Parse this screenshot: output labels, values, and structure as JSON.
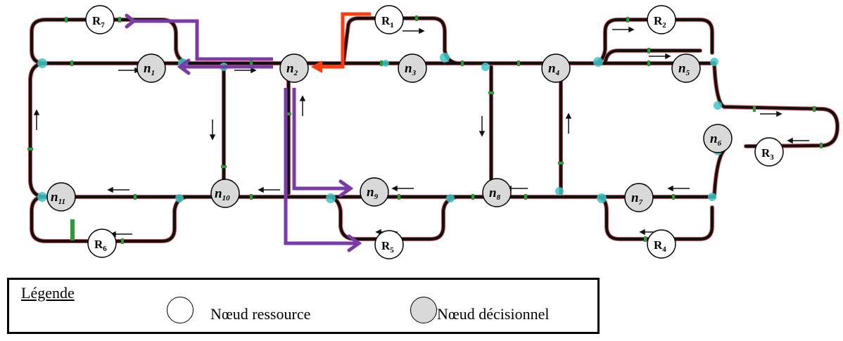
{
  "resource_nodes": [
    {
      "id": "R7",
      "main": "R",
      "sub": "7"
    },
    {
      "id": "R1",
      "main": "R",
      "sub": "1"
    },
    {
      "id": "R2",
      "main": "R",
      "sub": "2"
    },
    {
      "id": "R3",
      "main": "R",
      "sub": "3"
    },
    {
      "id": "R4",
      "main": "R",
      "sub": "4"
    },
    {
      "id": "R5",
      "main": "R",
      "sub": "5"
    },
    {
      "id": "R6",
      "main": "R",
      "sub": "6"
    }
  ],
  "decision_nodes": [
    {
      "id": "n1",
      "main": "n",
      "sub": "1"
    },
    {
      "id": "n2",
      "main": "n",
      "sub": "2"
    },
    {
      "id": "n3",
      "main": "n",
      "sub": "3"
    },
    {
      "id": "n4",
      "main": "n",
      "sub": "4"
    },
    {
      "id": "n5",
      "main": "n",
      "sub": "5"
    },
    {
      "id": "n6",
      "main": "n",
      "sub": "6"
    },
    {
      "id": "n7",
      "main": "n",
      "sub": "7"
    },
    {
      "id": "n8",
      "main": "n",
      "sub": "8"
    },
    {
      "id": "n9",
      "main": "n",
      "sub": "9"
    },
    {
      "id": "n10",
      "main": "n",
      "sub": "10"
    },
    {
      "id": "n11",
      "main": "n",
      "sub": "11"
    }
  ],
  "legend": {
    "title": "Légende",
    "resource_label": "Nœud ressource",
    "decision_label": "Nœud décisionnel"
  },
  "colors": {
    "track": "#111111",
    "track_edge": "#cc2222",
    "route_orange": "#ff3b10",
    "route_purple": "#7a3aa8",
    "decision_fill": "#d9d9d9",
    "resource_fill": "#ffffff",
    "junction": "#3fc6c6",
    "sensor": "#2e9a3a"
  }
}
